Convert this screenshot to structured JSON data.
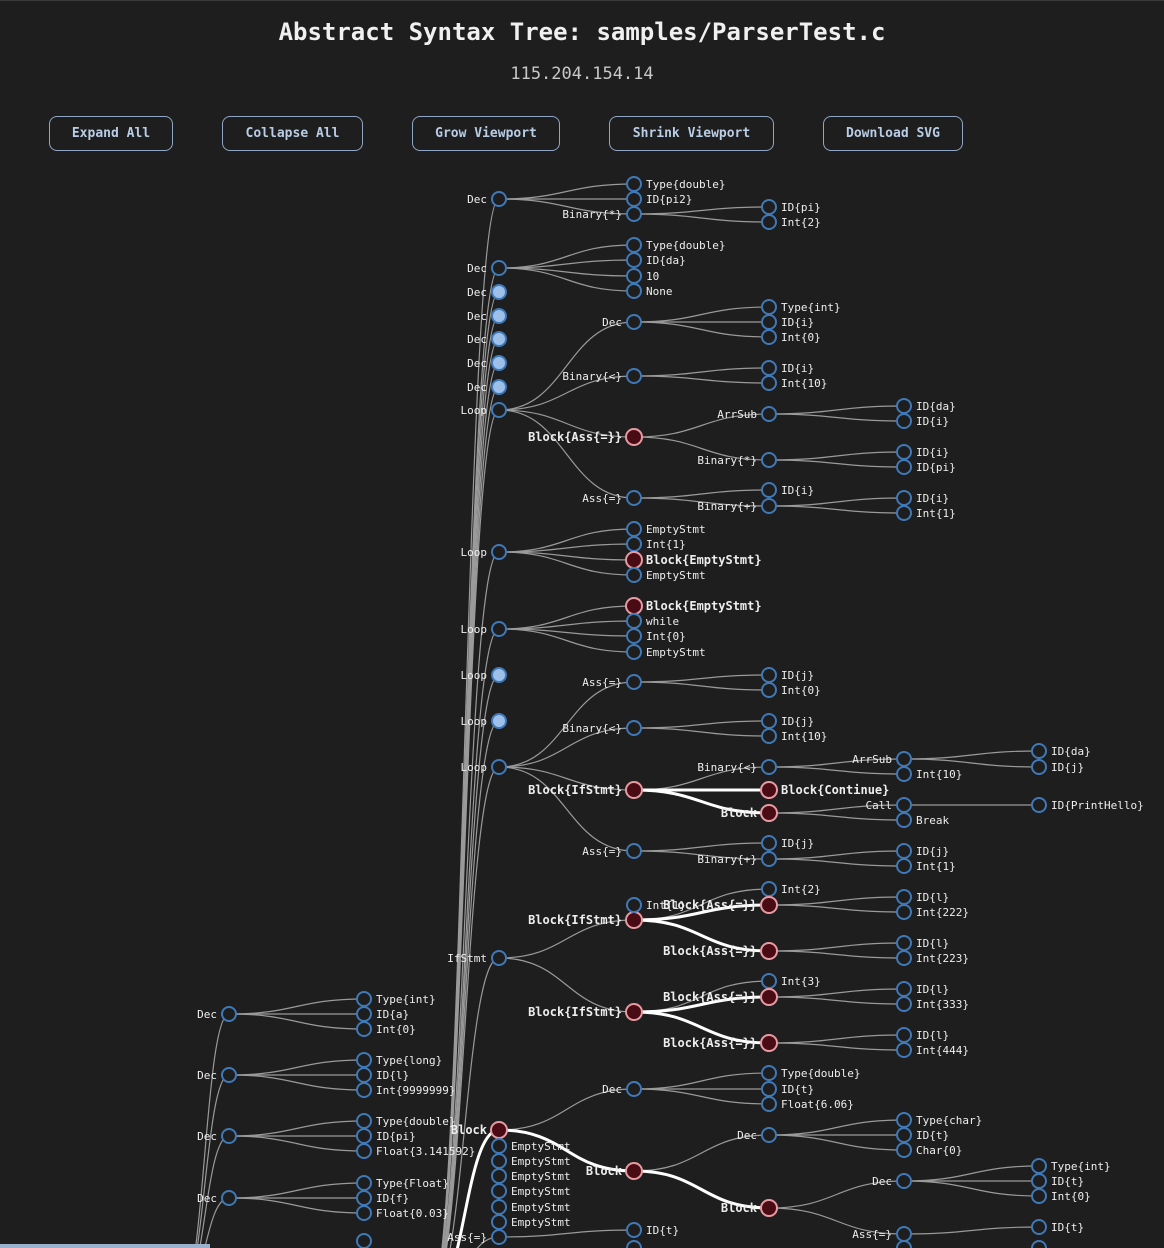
{
  "header": {
    "title": "Abstract Syntax Tree: samples/ParserTest.c",
    "ip": "115.204.154.14"
  },
  "toolbar": {
    "expand_all": "Expand All",
    "collapse_all": "Collapse All",
    "grow_viewport": "Grow Viewport",
    "shrink_viewport": "Shrink Viewport",
    "download_svg": "Download SVG"
  },
  "colors": {
    "background": "#1e1e1e",
    "node_stroke": "#3f79b8",
    "collapsed_fill": "#9cc0ea",
    "highlight_fill": "#4a0c14",
    "highlight_stroke": "#e79aa2",
    "link": "#9a9a9a",
    "highlight_link": "#ffffff"
  },
  "tree": {
    "levels": {
      "L0": "Dec",
      "L1": [
        "Type{int}",
        "ID{a}",
        "Int{0}"
      ],
      "L2": "Dec",
      "L3": [
        "Type{long}",
        "ID{l}",
        "Int{9999999}"
      ],
      "L4": "Dec",
      "L5": [
        "Type{double}",
        "ID{pi}",
        "Float{3.141592}"
      ],
      "L6": "Dec",
      "L7": [
        "Type{Float}",
        "ID{f}",
        "Float{0.03}"
      ]
    },
    "nodes": [
      {
        "label": "Dec",
        "state": "normal"
      },
      {
        "label": "Type{double}",
        "state": "normal"
      },
      {
        "label": "ID{pi2}",
        "state": "normal"
      },
      {
        "label": "Binary{*}",
        "state": "normal"
      },
      {
        "label": "ID{pi}",
        "state": "normal"
      },
      {
        "label": "Int{2}",
        "state": "normal"
      },
      {
        "label": "Dec",
        "state": "normal"
      },
      {
        "label": "Type{double}",
        "state": "normal"
      },
      {
        "label": "ID{da}",
        "state": "normal"
      },
      {
        "label": "10",
        "state": "normal"
      },
      {
        "label": "None",
        "state": "normal"
      },
      {
        "label": "Dec",
        "state": "collapsed"
      },
      {
        "label": "Dec",
        "state": "collapsed"
      },
      {
        "label": "Dec",
        "state": "collapsed"
      },
      {
        "label": "Dec",
        "state": "collapsed"
      },
      {
        "label": "Dec",
        "state": "collapsed"
      },
      {
        "label": "Loop",
        "state": "normal"
      },
      {
        "label": "Dec",
        "state": "normal"
      },
      {
        "label": "Type{int}",
        "state": "normal"
      },
      {
        "label": "ID{i}",
        "state": "normal"
      },
      {
        "label": "Int{0}",
        "state": "normal"
      },
      {
        "label": "Binary{<}",
        "state": "normal"
      },
      {
        "label": "ID{i}",
        "state": "normal"
      },
      {
        "label": "Int{10}",
        "state": "normal"
      },
      {
        "label": "Block{Ass{=}}",
        "state": "highlight"
      },
      {
        "label": "ArrSub",
        "state": "normal"
      },
      {
        "label": "ID{da}",
        "state": "normal"
      },
      {
        "label": "ID{i}",
        "state": "normal"
      },
      {
        "label": "Binary{*}",
        "state": "normal"
      },
      {
        "label": "ID{i}",
        "state": "normal"
      },
      {
        "label": "ID{pi}",
        "state": "normal"
      },
      {
        "label": "Ass{=}",
        "state": "normal"
      },
      {
        "label": "ID{i}",
        "state": "normal"
      },
      {
        "label": "Binary{+}",
        "state": "normal"
      },
      {
        "label": "ID{i}",
        "state": "normal"
      },
      {
        "label": "Int{1}",
        "state": "normal"
      },
      {
        "label": "Loop",
        "state": "normal"
      },
      {
        "label": "EmptyStmt",
        "state": "normal"
      },
      {
        "label": "Int{1}",
        "state": "normal"
      },
      {
        "label": "Block{EmptyStmt}",
        "state": "highlight"
      },
      {
        "label": "EmptyStmt",
        "state": "normal"
      },
      {
        "label": "Loop",
        "state": "normal"
      },
      {
        "label": "Block{EmptyStmt}",
        "state": "highlight"
      },
      {
        "label": "while",
        "state": "normal"
      },
      {
        "label": "Int{0}",
        "state": "normal"
      },
      {
        "label": "EmptyStmt",
        "state": "normal"
      },
      {
        "label": "Loop",
        "state": "collapsed"
      },
      {
        "label": "Loop",
        "state": "collapsed"
      },
      {
        "label": "Loop",
        "state": "normal"
      },
      {
        "label": "Ass{=}",
        "state": "normal"
      },
      {
        "label": "ID{j}",
        "state": "normal"
      },
      {
        "label": "Int{0}",
        "state": "normal"
      },
      {
        "label": "Binary{<}",
        "state": "normal"
      },
      {
        "label": "ID{j}",
        "state": "normal"
      },
      {
        "label": "Int{10}",
        "state": "normal"
      },
      {
        "label": "Block{IfStmt}",
        "state": "highlight"
      },
      {
        "label": "Binary{<}",
        "state": "normal"
      },
      {
        "label": "ArrSub",
        "state": "normal"
      },
      {
        "label": "ID{da}",
        "state": "normal"
      },
      {
        "label": "ID{j}",
        "state": "normal"
      },
      {
        "label": "Int{10}",
        "state": "normal"
      },
      {
        "label": "Block{Continue}",
        "state": "highlight"
      },
      {
        "label": "Block",
        "state": "highlight"
      },
      {
        "label": "Call",
        "state": "normal"
      },
      {
        "label": "ID{PrintHello}",
        "state": "normal"
      },
      {
        "label": "Break",
        "state": "normal"
      },
      {
        "label": "Ass{=}",
        "state": "normal"
      },
      {
        "label": "ID{j}",
        "state": "normal"
      },
      {
        "label": "Binary{+}",
        "state": "normal"
      },
      {
        "label": "ID{j}",
        "state": "normal"
      },
      {
        "label": "Int{1}",
        "state": "normal"
      },
      {
        "label": "IfStmt",
        "state": "normal"
      },
      {
        "label": "Block{IfStmt}",
        "state": "highlight"
      },
      {
        "label": "Int{1}",
        "state": "normal"
      },
      {
        "label": "Int{2}",
        "state": "normal"
      },
      {
        "label": "Block{Ass{=}}",
        "state": "highlight"
      },
      {
        "label": "ID{l}",
        "state": "normal"
      },
      {
        "label": "Int{222}",
        "state": "normal"
      },
      {
        "label": "Block{Ass{=}}",
        "state": "highlight"
      },
      {
        "label": "ID{l}",
        "state": "normal"
      },
      {
        "label": "Int{223}",
        "state": "normal"
      },
      {
        "label": "Block{IfStmt}",
        "state": "highlight"
      },
      {
        "label": "Int{3}",
        "state": "normal"
      },
      {
        "label": "Block{Ass{=}}",
        "state": "highlight"
      },
      {
        "label": "ID{l}",
        "state": "normal"
      },
      {
        "label": "Int{333}",
        "state": "normal"
      },
      {
        "label": "Block{Ass{=}}",
        "state": "highlight"
      },
      {
        "label": "ID{l}",
        "state": "normal"
      },
      {
        "label": "Int{444}",
        "state": "normal"
      },
      {
        "label": "Block",
        "state": "highlight"
      },
      {
        "label": "Dec",
        "state": "normal"
      },
      {
        "label": "Type{double}",
        "state": "normal"
      },
      {
        "label": "ID{t}",
        "state": "normal"
      },
      {
        "label": "Float{6.06}",
        "state": "normal"
      },
      {
        "label": "Block",
        "state": "highlight"
      },
      {
        "label": "Dec",
        "state": "normal"
      },
      {
        "label": "Type{char}",
        "state": "normal"
      },
      {
        "label": "ID{t}",
        "state": "normal"
      },
      {
        "label": "Char{0}",
        "state": "normal"
      },
      {
        "label": "Block",
        "state": "highlight"
      },
      {
        "label": "Dec",
        "state": "normal"
      },
      {
        "label": "Type{int}",
        "state": "normal"
      },
      {
        "label": "ID{t}",
        "state": "normal"
      },
      {
        "label": "Int{0}",
        "state": "normal"
      },
      {
        "label": "Ass{=}",
        "state": "normal"
      },
      {
        "label": "ID{t}",
        "state": "normal"
      },
      {
        "label": "EmptyStmt",
        "state": "normal"
      },
      {
        "label": "EmptyStmt",
        "state": "normal"
      },
      {
        "label": "EmptyStmt",
        "state": "normal"
      },
      {
        "label": "EmptyStmt",
        "state": "normal"
      },
      {
        "label": "EmptyStmt",
        "state": "normal"
      },
      {
        "label": "EmptyStmt",
        "state": "normal"
      },
      {
        "label": "Ass{=}",
        "state": "normal"
      },
      {
        "label": "ID{t}",
        "state": "normal"
      }
    ]
  }
}
